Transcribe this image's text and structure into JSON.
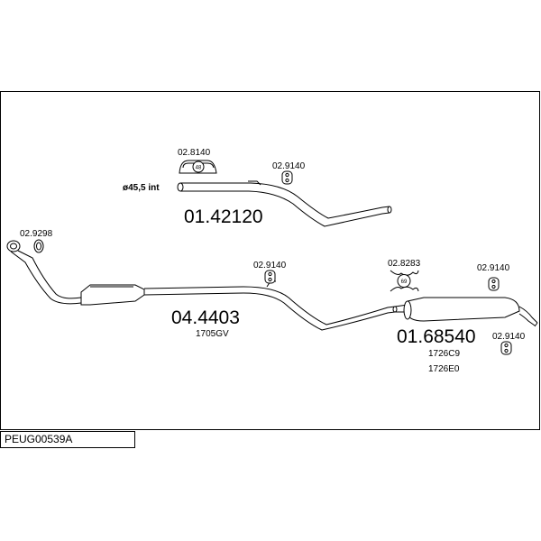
{
  "diagram": {
    "reference": "PEUG00539A",
    "front_pipe": {
      "part_number": "01.42120",
      "diameter_label": "ø45,5 int",
      "clamp_label": "02.8140",
      "clamp_inner": "48",
      "hanger_label": "02.9140"
    },
    "catalytic_section": {
      "part_number": "04.4403",
      "sub_code": "1705GV",
      "gasket_label": "02.9298",
      "hanger_label": "02.9140"
    },
    "rear_silencer": {
      "part_number": "01.68540",
      "sub_code_1": "1726C9",
      "sub_code_2": "1726E0",
      "clamp_label": "02.8283",
      "clamp_inner": "69",
      "hanger_label_top": "02.9140",
      "hanger_label_bottom": "02.9140"
    }
  },
  "colors": {
    "line": "#000000",
    "background": "#ffffff"
  }
}
